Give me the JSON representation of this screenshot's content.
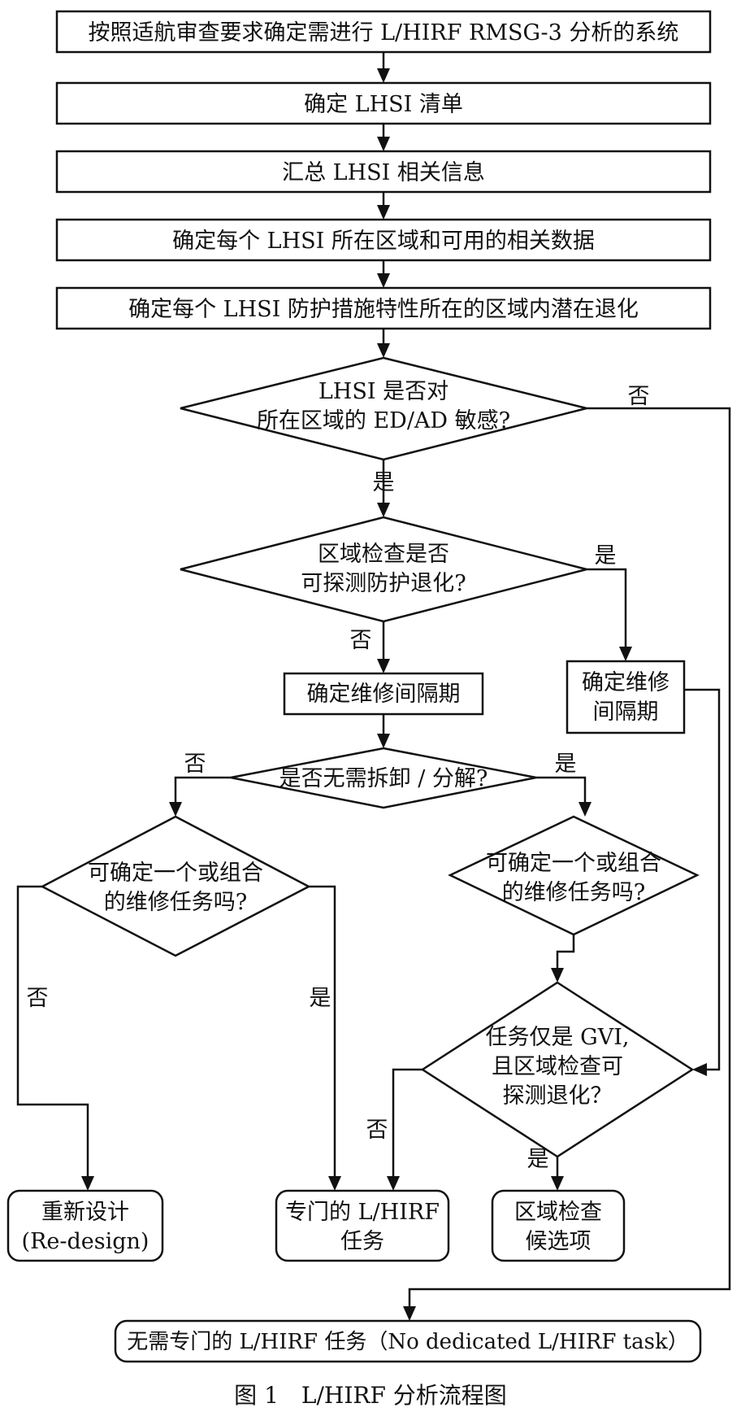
{
  "steps": {
    "s1": "按照适航审查要求确定需进行 L/HIRF RMSG-3 分析的系统",
    "s2": "确定 LHSI 清单",
    "s3": "汇总 LHSI 相关信息",
    "s4": "确定每个 LHSI 所在区域和可用的相关数据",
    "s5": "确定每个 LHSI 防护措施特性所在的区域内潜在退化"
  },
  "decisions": {
    "d1": [
      "LHSI 是否对",
      "所在区域的 ED/AD 敏感?"
    ],
    "d2": [
      "区域检查是否",
      "可探测防护退化?"
    ],
    "d3": "是否无需拆卸 / 分解?",
    "d4": [
      "可确定一个或组合",
      "的维修任务吗?"
    ],
    "d5": [
      "可确定一个或组合",
      "的维修任务吗?"
    ],
    "d6": [
      "任务仅是 GVI,",
      "且区域检查可",
      "探测退化？"
    ]
  },
  "boxes": {
    "interval_mid": "确定维修间隔期",
    "interval_right": [
      "确定维修",
      "间隔期"
    ]
  },
  "outcomes": {
    "redesign": [
      "重新设计",
      "(Re-design)"
    ],
    "dedicated": [
      "专门的 L/HIRF",
      "任务"
    ],
    "zonal": [
      "区域检查",
      "候选项"
    ],
    "none": "无需专门的 L/HIRF 任务（No dedicated L/HIRF task）"
  },
  "labels": {
    "yes": "是",
    "no": "否"
  },
  "caption": "图 1　L/HIRF 分析流程图"
}
